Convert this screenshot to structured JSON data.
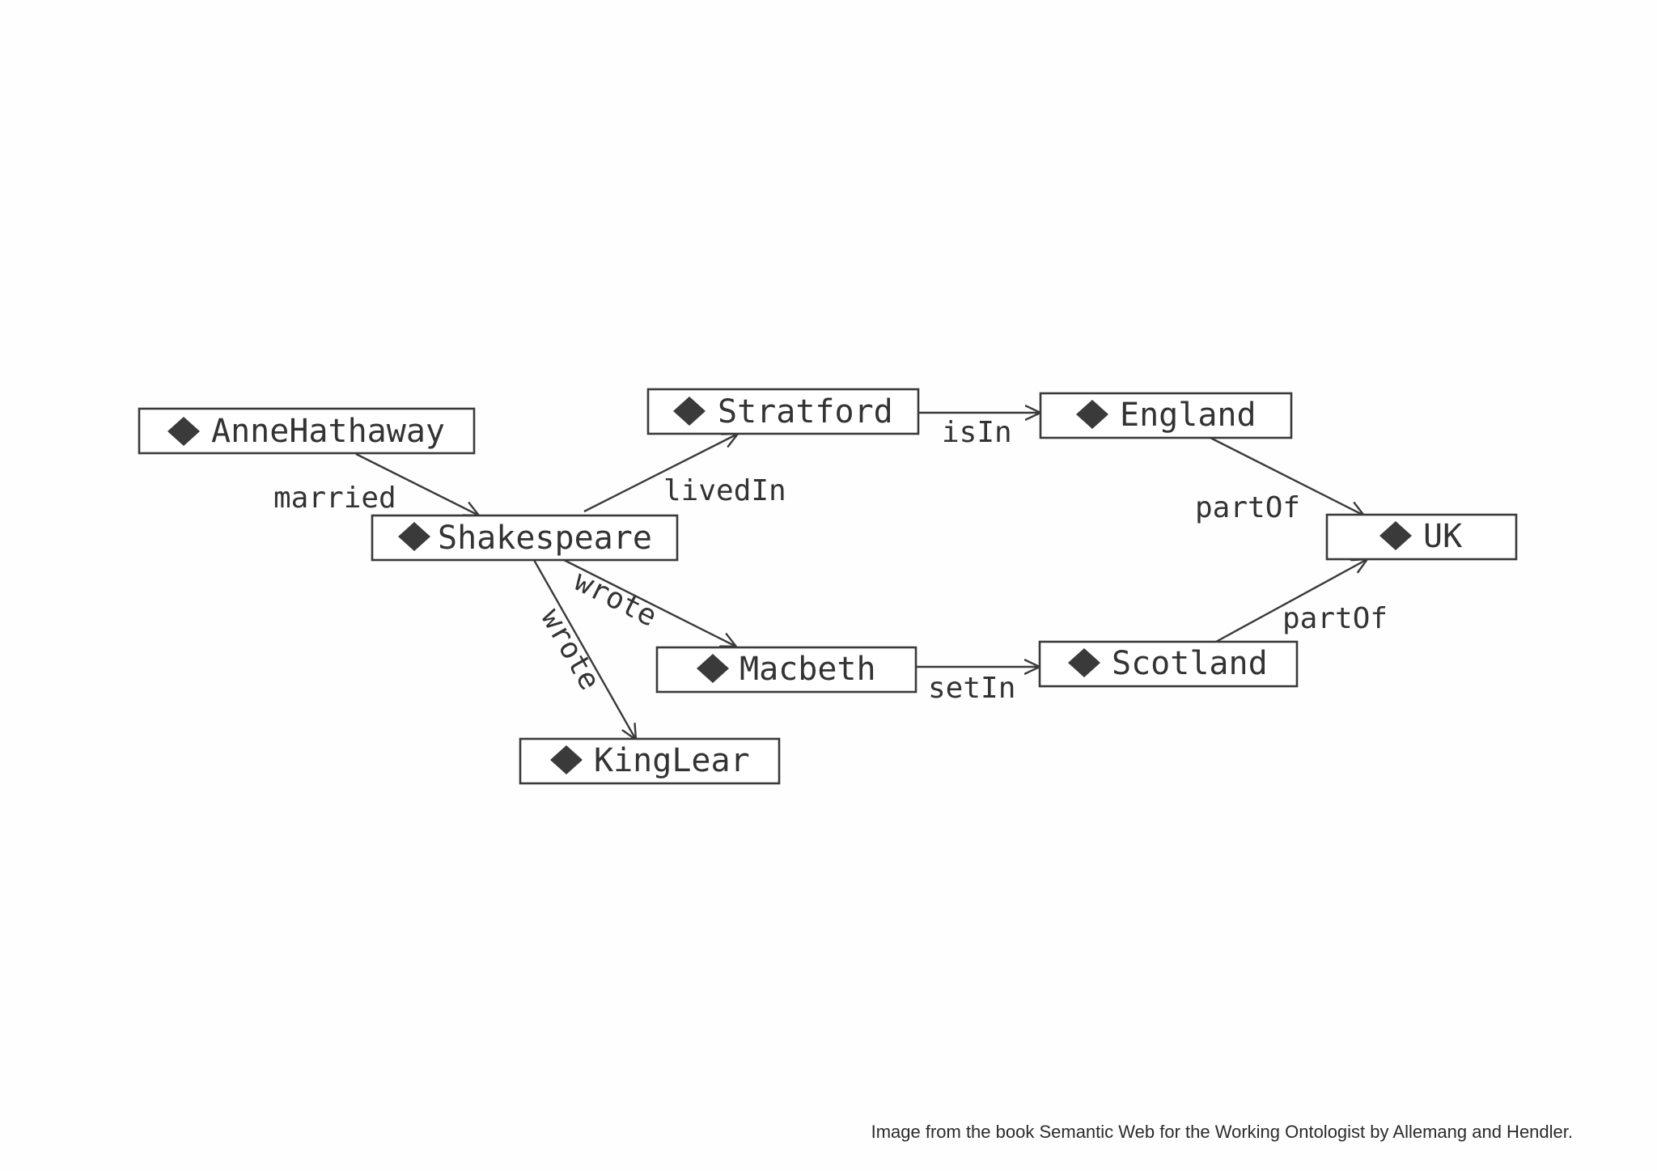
{
  "nodes": {
    "anne_hathaway": "AnneHathaway",
    "shakespeare": "Shakespeare",
    "stratford": "Stratford",
    "england": "England",
    "uk": "UK",
    "macbeth": "Macbeth",
    "scotland": "Scotland",
    "king_lear": "KingLear"
  },
  "edges": {
    "married": "married",
    "lived_in": "livedIn",
    "is_in": "isIn",
    "part_of_england": "partOf",
    "part_of_scotland": "partOf",
    "wrote_macbeth": "wrote",
    "wrote_king_lear": "wrote",
    "set_in": "setIn"
  },
  "caption": "Image from the book Semantic Web for the Working Ontologist by Allemang and Hendler."
}
